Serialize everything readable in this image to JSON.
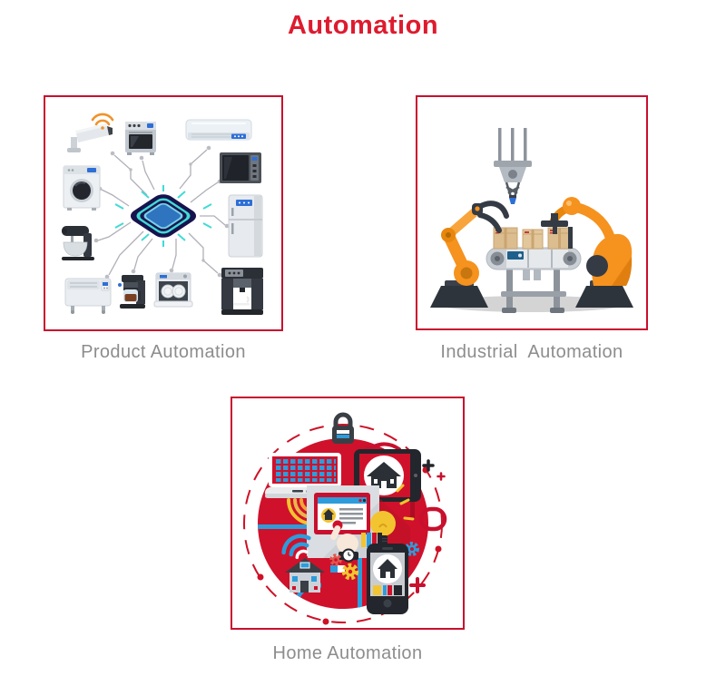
{
  "page": {
    "title": "Automation"
  },
  "cards": [
    {
      "id": "product",
      "label": "Product Automation"
    },
    {
      "id": "industrial",
      "label": "Industrial  Automation"
    },
    {
      "id": "home",
      "label": "Home Automation"
    }
  ],
  "colors": {
    "title_red": "#DE1B2E",
    "card_border_red": "#C8102E",
    "label_gray": "#8D8D8D",
    "illustration_red": "#D0112B",
    "illustration_blue": "#2D9CDB",
    "illustration_yellow": "#F2C430",
    "robot_orange": "#F6921E",
    "chip_teal": "#40DBD6"
  }
}
